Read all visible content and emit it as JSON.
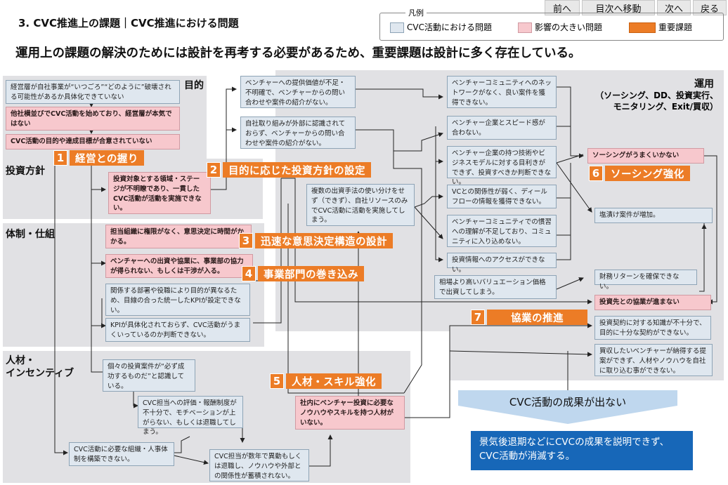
{
  "header": {
    "title": "3. CVC推進上の課題｜CVC推進における問題",
    "subtitle": "運用上の課題の解決のためには設計を再考する必要があるため、重要課題は設計に多く存在している。"
  },
  "nav": {
    "prev": "前へ",
    "toc": "目次へ移動",
    "next": "次へ",
    "back": "戻る"
  },
  "legend": {
    "title": "凡例",
    "items": [
      {
        "label": "CVC活動における問題",
        "color": "#dfe7ef"
      },
      {
        "label": "影響の大きい問題",
        "color": "#f7c8cd"
      },
      {
        "label": "重要課題",
        "color": "#ec7c26"
      }
    ]
  },
  "sections": {
    "mokuteki": "目的",
    "toushi": "投資方針",
    "taisei": "体制・仕組",
    "jinzai": "人材・\nインセンティブ",
    "unyou": "運用",
    "unyou_sub": "（ソーシング、DD、投資実行、\nモニタリング、Exit/買収）"
  },
  "issues": {
    "n1": "経営層が自社事業が“いつごろ”“どのように”破壊される可能性があるか具体化できていない",
    "n2": "他社横並びでCVC活動を始めており、経営層が本気ではない",
    "n3": "CVC活動の目的や達成目標が合意されていない",
    "n4": "投資対象とする領域・ステージが不明瞭であり、一貫したCVC活動が活動を実施できない。",
    "n5": "担当組織に権限がなく、意思決定に時間がかかる。",
    "n6": "ベンチャーへの出資や協業に、事業部の協力が得られない、もしくは干渉が入る。",
    "n7": "関係する部署や役職により目的が異なるため、目線の合った統一したKPIが設定できない。",
    "n8": "KPIが具体化されておらず、CVC活動がうまくいっているのか判断できない。",
    "n9": "個々の投資案件が“必ず成功するものだ”と認識している。",
    "n10": "CVC担当への評価・報酬制度が不十分で、モチベーションが上がらない、もしくは退職してしまう。",
    "n11": "CVC活動に必要な組織・人事体制を構築できない。",
    "n12": "CVC担当が数年で異動もしくは退職し、ノウハウや外部との関係性が蓄積されない。",
    "n13": "社内にベンチャー投資に必要なノウハウやスキルを持つ人材がいない。",
    "n14": "ベンチャーへの提供価値が不足・不明確で、ベンチャーからの問い合わせや案件の紹介がない。",
    "n15": "自社取り組みが外部に認識されておらず、ベンチャーからの問い合わせや案件の紹介がない。",
    "n16": "複数の出資手法の使い分けをせず（できず）、自社リソースのみでCVC活動に活動を実施してしまう。",
    "n17": "ベンチャーコミュニティへのネットワークがなく、良い案件を獲得できない。",
    "n18": "ベンチャー企業とスピード感が合わない。",
    "n19": "ベンチャー企業の持つ技術やビジネスモデルに対する目利きができず、投資すべきか判断できない。",
    "n20": "VCとの関係性が弱く、ディールフローの情報を獲得できない。",
    "n21": "ベンチャーコミュニティでの慣習への理解が不足しており、コミュニティに入り込めない。",
    "n22": "投資情報へのアクセスができない。",
    "n23": "相場より高いバリュエーション価格で出資してしまう。",
    "n24": "ソーシングがうまくいかない",
    "n25": "塩漬け案件が増加。",
    "n26": "財務リターンを確保できない。",
    "n27": "投資先との協業が進まない",
    "n28": "投資契約に対する知識が不十分で、目的に十分な契約ができない。",
    "n29": "買収したいベンチャーが納得する提案ができず、人材やノウハウを自社に取り込む事ができない。"
  },
  "key_issues": [
    {
      "num": "1",
      "label": "経営との握り"
    },
    {
      "num": "2",
      "label": "目的に応じた投資方針の設定"
    },
    {
      "num": "3",
      "label": "迅速な意思決定構造の設計"
    },
    {
      "num": "4",
      "label": "事業部門の巻き込み"
    },
    {
      "num": "5",
      "label": "人材・スキル強化"
    },
    {
      "num": "6",
      "label": "ソーシング強化"
    },
    {
      "num": "7",
      "label": "協業の推進"
    }
  ],
  "outcome": {
    "banner": "CVC活動の成果が出ない",
    "result": "景気後退期などにCVCの成果を説明できず、CVC活動が消滅する。"
  }
}
